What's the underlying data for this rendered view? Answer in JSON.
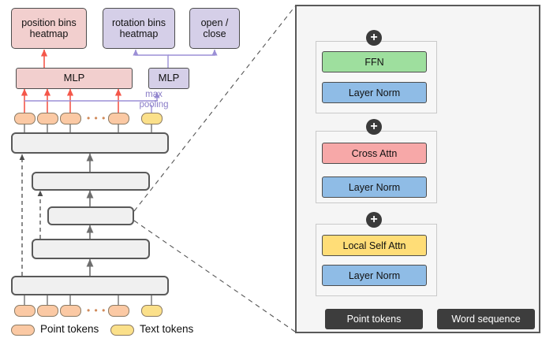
{
  "diagram": {
    "title_absent": true,
    "left_panel": {
      "heads": [
        {
          "id": "position-bins-heatmap",
          "line1": "position bins",
          "line2": "heatmap",
          "color": "#f2cfce"
        },
        {
          "id": "rotation-bins-heatmap",
          "line1": "rotation bins",
          "line2": "heatmap",
          "color": "#d5cfe8"
        },
        {
          "id": "open-close",
          "line1": "open /",
          "line2": "close",
          "color": "#d5cfe8"
        }
      ],
      "mlps": [
        {
          "id": "mlp-point",
          "label": "MLP",
          "color": "#f2cfce"
        },
        {
          "id": "mlp-pooled",
          "label": "MLP",
          "color": "#d5cfe8"
        }
      ],
      "pooling_label": {
        "line1": "max",
        "line2": "pooling",
        "color": "#8b7ec8"
      },
      "ellipsis": "• • •",
      "unet_blocks": 5,
      "legend": [
        {
          "id": "legend-point-tokens",
          "label": "Point tokens",
          "color": "#fbc9a4"
        },
        {
          "id": "legend-text-tokens",
          "label": "Text tokens",
          "color": "#fbe08a"
        }
      ]
    },
    "right_panel": {
      "blocks": [
        {
          "id": "ffn",
          "label": "FFN",
          "color": "#9edf9e"
        },
        {
          "id": "layer-norm-3",
          "label": "Layer Norm",
          "color": "#8fbce6"
        },
        {
          "id": "cross-attn",
          "label": "Cross Attn",
          "color": "#f7a8a8"
        },
        {
          "id": "layer-norm-2",
          "label": "Layer Norm",
          "color": "#8fbce6"
        },
        {
          "id": "local-self-attn",
          "label": "Local Self Attn",
          "color": "#ffdd77"
        },
        {
          "id": "layer-norm-1",
          "label": "Layer Norm",
          "color": "#8fbce6"
        }
      ],
      "inputs": [
        {
          "id": "point-tokens-input",
          "label": "Point tokens",
          "color": "#3d3d3d"
        },
        {
          "id": "word-sequence-input",
          "label": "Word sequence",
          "color": "#3d3d3d"
        }
      ],
      "residual_adders": [
        "+",
        "+",
        "+"
      ]
    }
  }
}
